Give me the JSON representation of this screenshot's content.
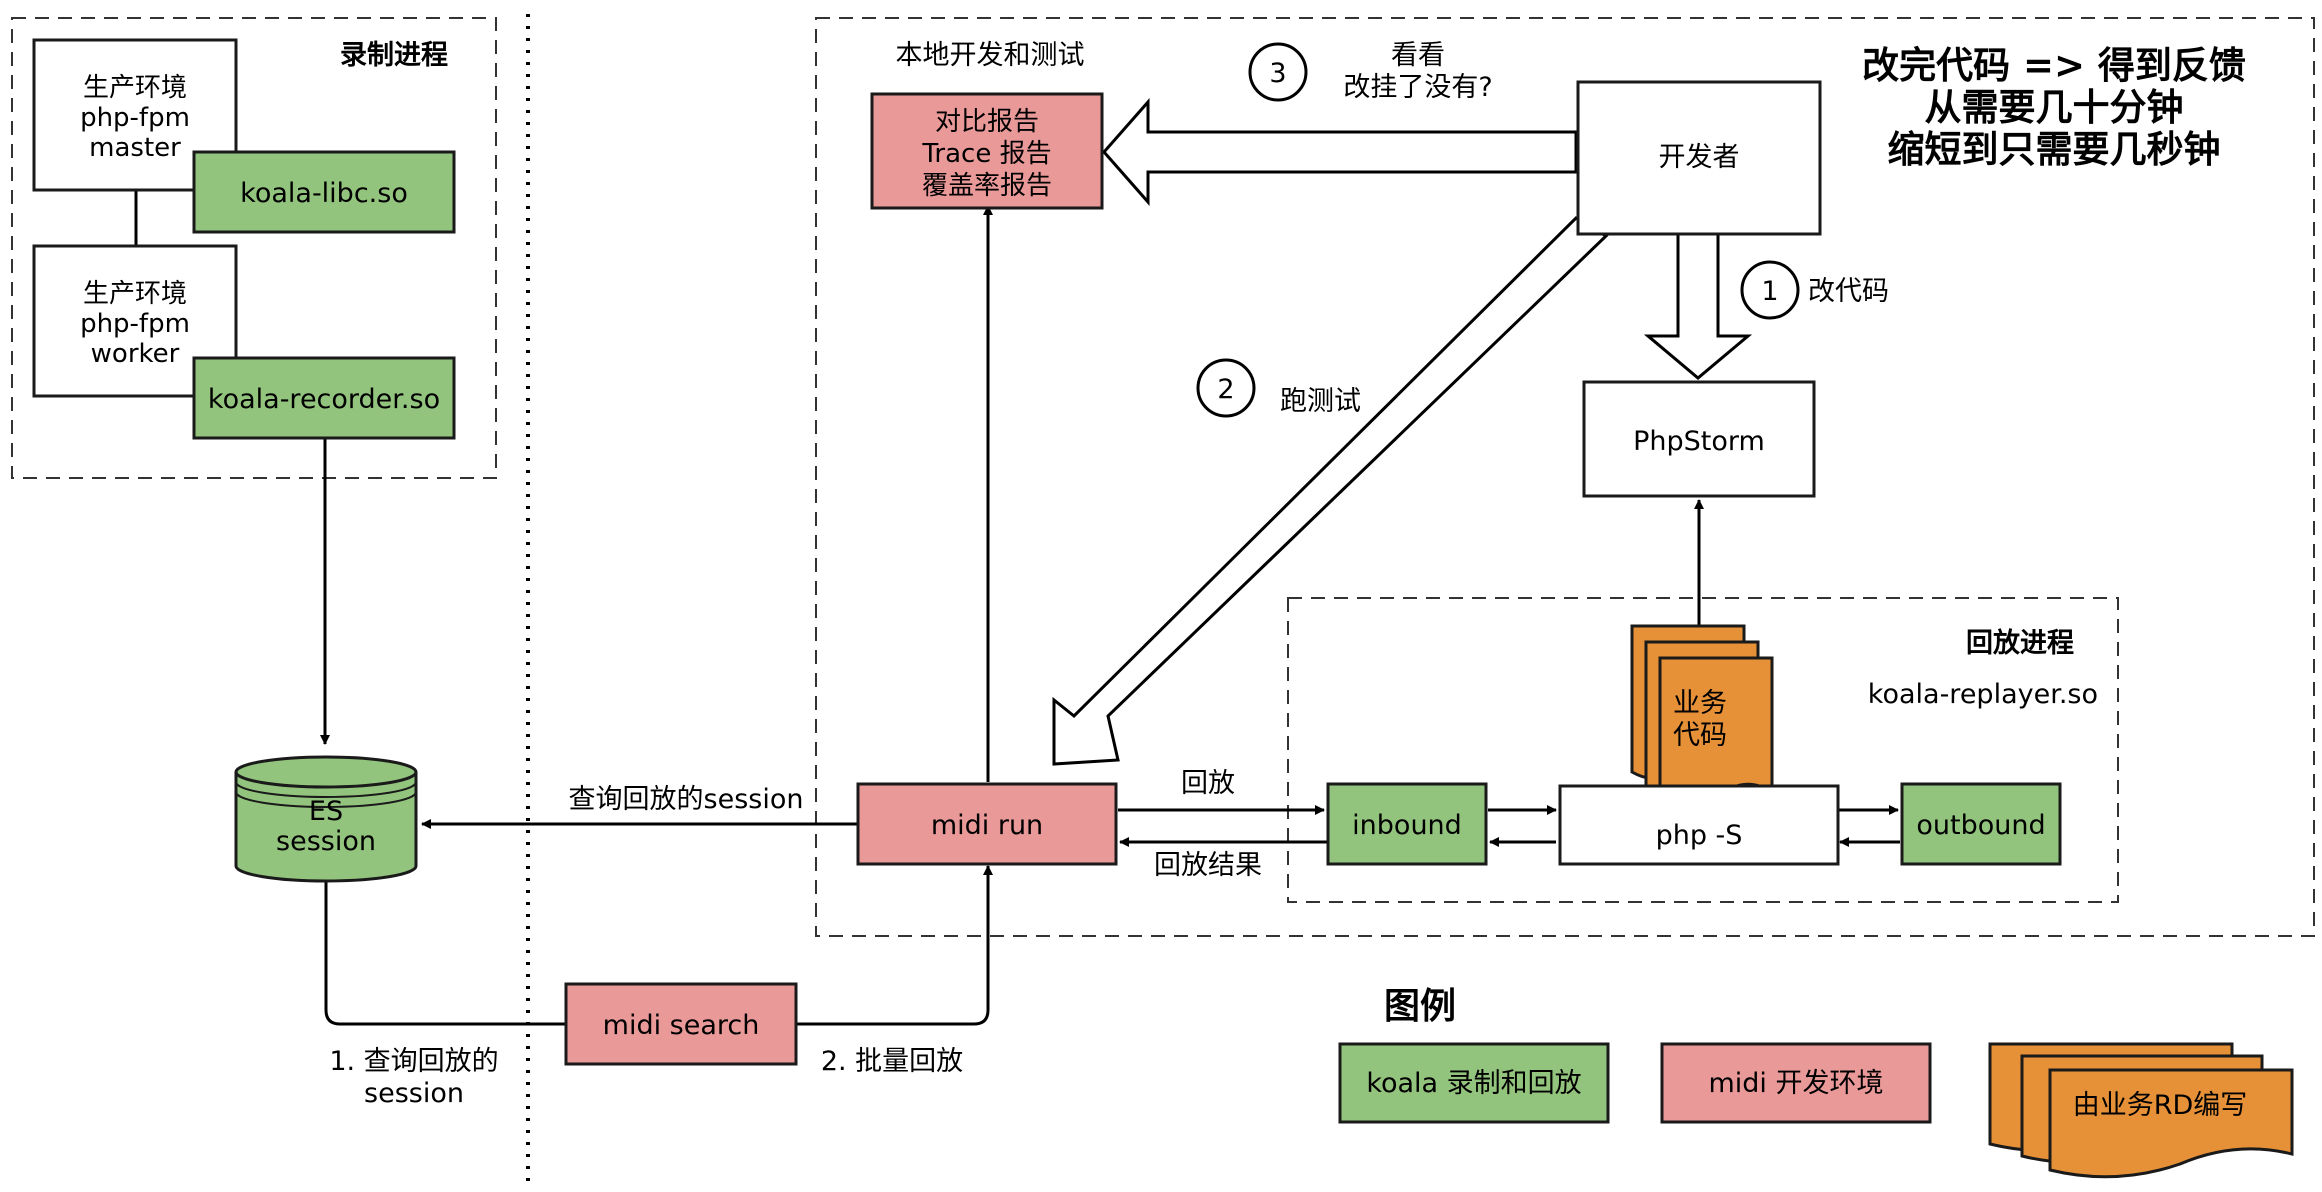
{
  "colors": {
    "koala_green": "#93c47d",
    "midi_pink": "#ea9999",
    "business_orange": "#e69138",
    "white": "#ffffff"
  },
  "regions": {
    "record_title": "录制进程",
    "local_dev_title": "本地开发和测试",
    "replay_title": "回放进程",
    "replay_so": "koala-replayer.so"
  },
  "headline": [
    "改完代码 => 得到反馈",
    "从需要几十分钟",
    "缩短到只需要几秒钟"
  ],
  "nodes": {
    "prod_master": [
      "生产环境",
      "php-fpm",
      "master"
    ],
    "koala_libc": "koala-libc.so",
    "prod_worker": [
      "生产环境",
      "php-fpm",
      "worker"
    ],
    "koala_recorder": "koala-recorder.so",
    "es_session": [
      "ES",
      "session"
    ],
    "report": [
      "对比报告",
      "Trace 报告",
      "覆盖率报告"
    ],
    "developer": "开发者",
    "phpstorm": "PhpStorm",
    "midi_run": "midi run",
    "inbound": "inbound",
    "php_s": "php -S",
    "outbound": "outbound",
    "business_code": [
      "业务",
      "代码"
    ],
    "midi_search": "midi search"
  },
  "steps": [
    {
      "num": "1",
      "label": [
        "改代码"
      ]
    },
    {
      "num": "2",
      "label": [
        "跑测试"
      ]
    },
    {
      "num": "3",
      "label": [
        "看看",
        "改挂了没有?"
      ]
    }
  ],
  "edges": {
    "query_session": "查询回放的session",
    "replay": "回放",
    "replay_result": "回放结果",
    "search_query": [
      "1. 查询回放的",
      "session"
    ],
    "batch_replay": "2. 批量回放"
  },
  "legend": {
    "title": "图例",
    "koala": "koala 录制和回放",
    "midi": "midi 开发环境",
    "business": "由业务RD编写"
  }
}
